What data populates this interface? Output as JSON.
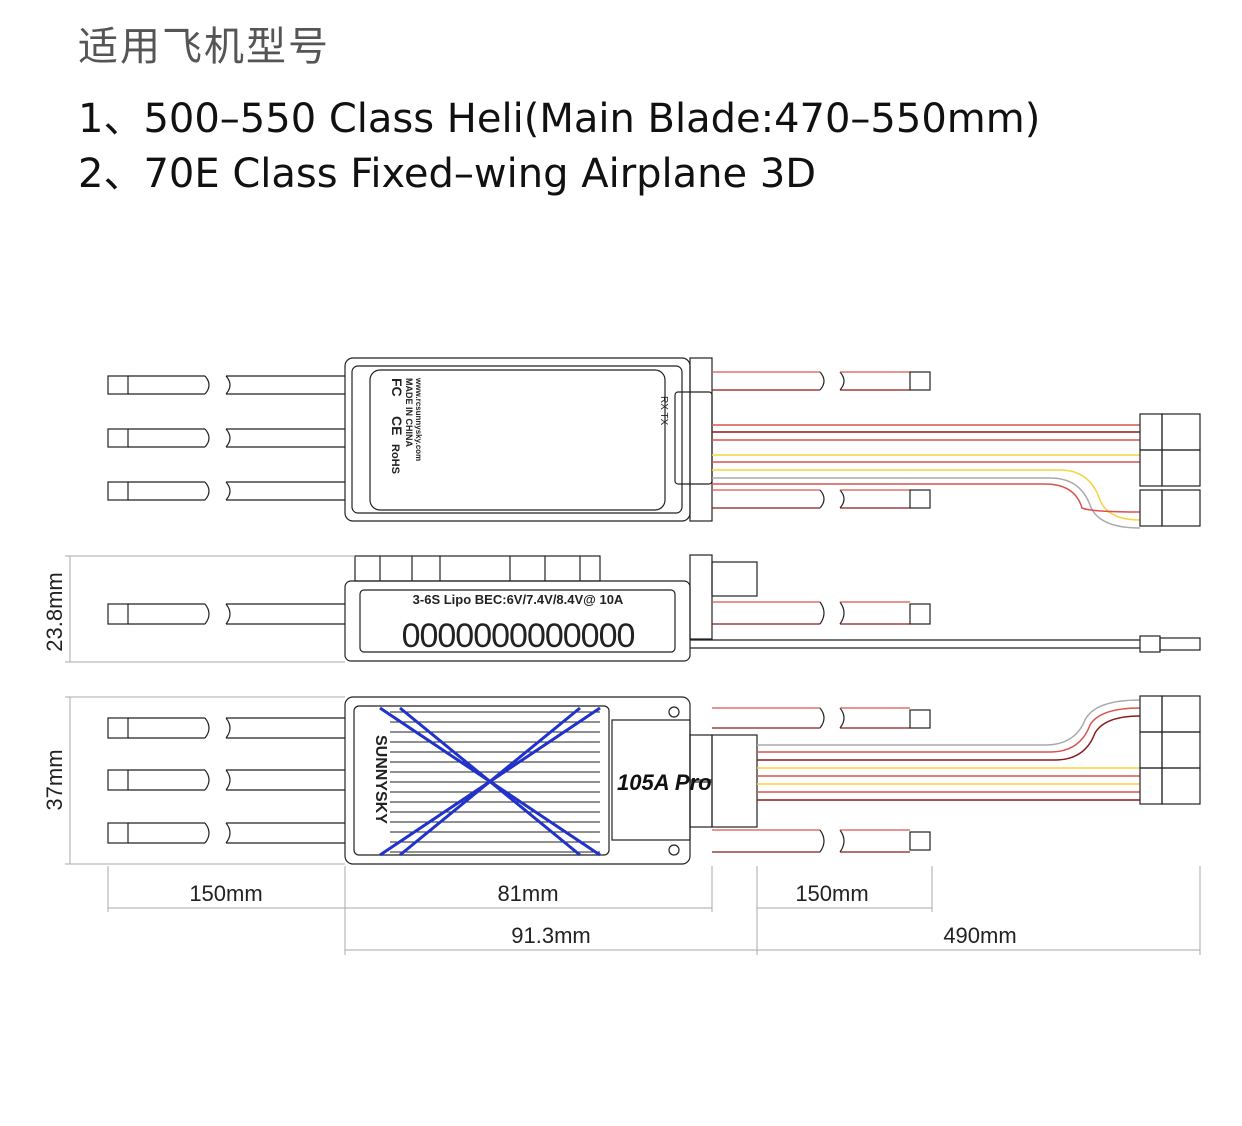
{
  "header": {
    "title": "适用飞机型号",
    "items": [
      "1、500–550 Class Heli(Main Blade:470–550mm)",
      "2、70E Class Fixed–wing Airplane 3D"
    ]
  },
  "labels": {
    "bec": "3-6S Lipo BEC:6V/7.4V/8.4V@ 10A",
    "brand": "SUNNYSKY",
    "model": "105A Pro",
    "fc": "FC",
    "ce": "CE",
    "rohs": "RoHS",
    "made": "MADE IN CHINA",
    "www": "www.rcsunnysky.com",
    "rxtx": "RX TX",
    "slots": "0000000000000"
  },
  "dimensions": {
    "height_side": "23.8mm",
    "height_top": "37mm",
    "wire_left": "150mm",
    "body_len": "81mm",
    "wire_right": "150mm",
    "body_total": "91.3mm",
    "signal_wire": "490mm"
  },
  "colors": {
    "red": "#d9534f",
    "dark_red": "#8b1a1a",
    "yellow": "#f5d33b",
    "grey": "#aaaaaa",
    "blue": "#2233cc",
    "outline": "#222222"
  }
}
